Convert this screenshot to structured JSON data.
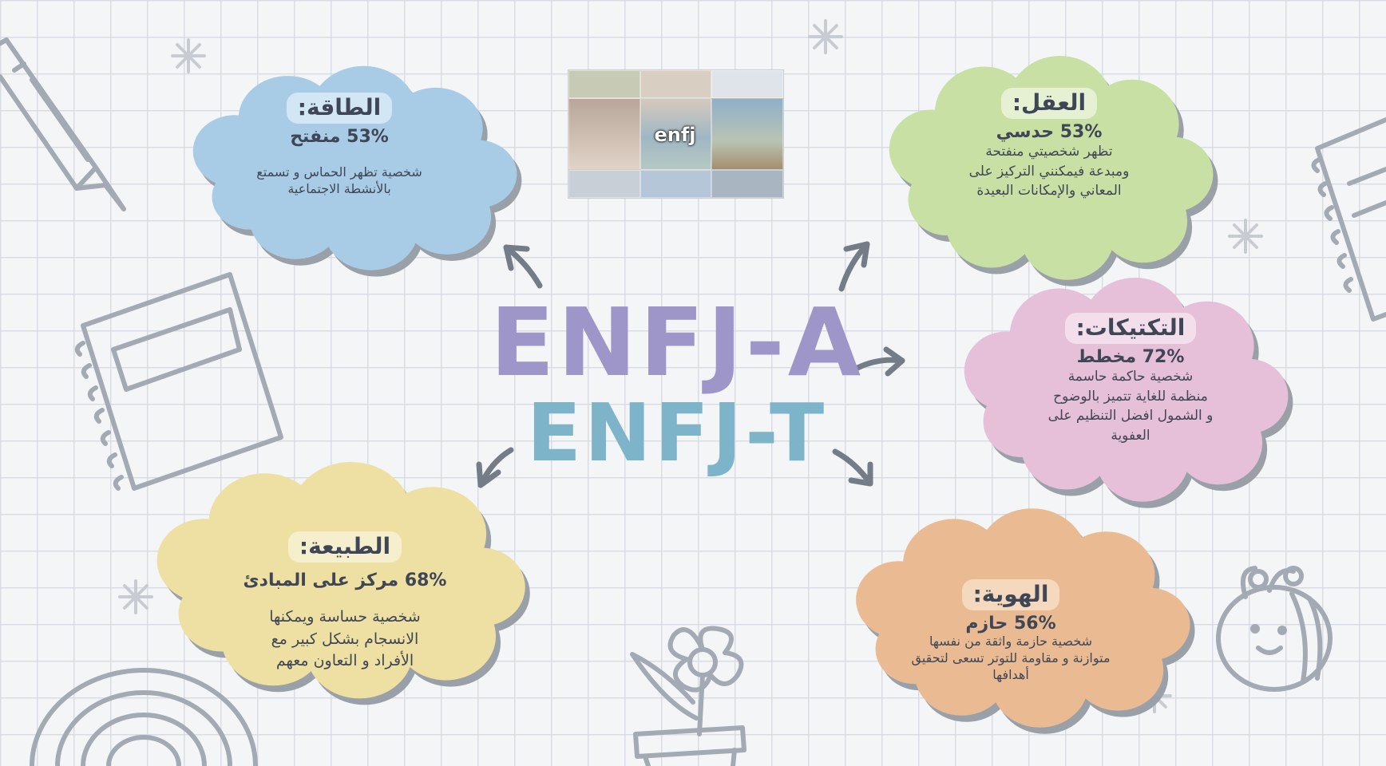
{
  "center": {
    "line1": "ENFJ-A",
    "line2": "ENFJ-T",
    "line1_color": "#9e95c9",
    "line2_color": "#7db4c9"
  },
  "photo": {
    "label": "enfj"
  },
  "cards": {
    "energy": {
      "title": "الطاقة:",
      "percent": "53%",
      "trait": "منفتح",
      "desc_line1": "شخصية تظهر الحماس و تسمتع",
      "desc_line2": "بالأنشطة الاجتماعية",
      "color": "#a8cbe6"
    },
    "mind": {
      "title": "العقل:",
      "percent": "53%",
      "trait": "حدسي",
      "desc_line1": "تظهر شخصيتي منفتحة",
      "desc_line2": "ومبدعة فيمكنني التركيز على",
      "desc_line3": "المعاني والإمكانات البعيدة",
      "color": "#c8e0a4"
    },
    "tactics": {
      "title": "التكتيكات:",
      "percent": "72%",
      "trait": "مخطط",
      "desc_line1": "شخصية حاكمة حاسمة",
      "desc_line2": "منظمة للغاية تتميز بالوضوح",
      "desc_line3": "و الشمول افضل التنظيم على",
      "desc_line4": "العفوية",
      "color": "#e6bfd8"
    },
    "nature": {
      "title": "الطبيعة:",
      "percent": "68%",
      "trait": "مركز على المبادئ",
      "desc_line1": "شخصية حساسة ويمكنها",
      "desc_line2": "الانسجام بشكل كبير مع",
      "desc_line3": "الأفراد و التعاون معهم",
      "color": "#ede0a2"
    },
    "identity": {
      "title": "الهوية:",
      "percent": "56%",
      "trait": "حازم",
      "desc_line1": "شخصية حازمة واثقة من نفسها",
      "desc_line2": "متوازنة و مقاومة للتوتر تسعى لتحقيق",
      "desc_line3": "أهدافها",
      "color": "#eabb92"
    }
  },
  "colors": {
    "arrow": "#737c87",
    "doodle": "#9ea5ae",
    "shadow": "#9aa0a7"
  }
}
